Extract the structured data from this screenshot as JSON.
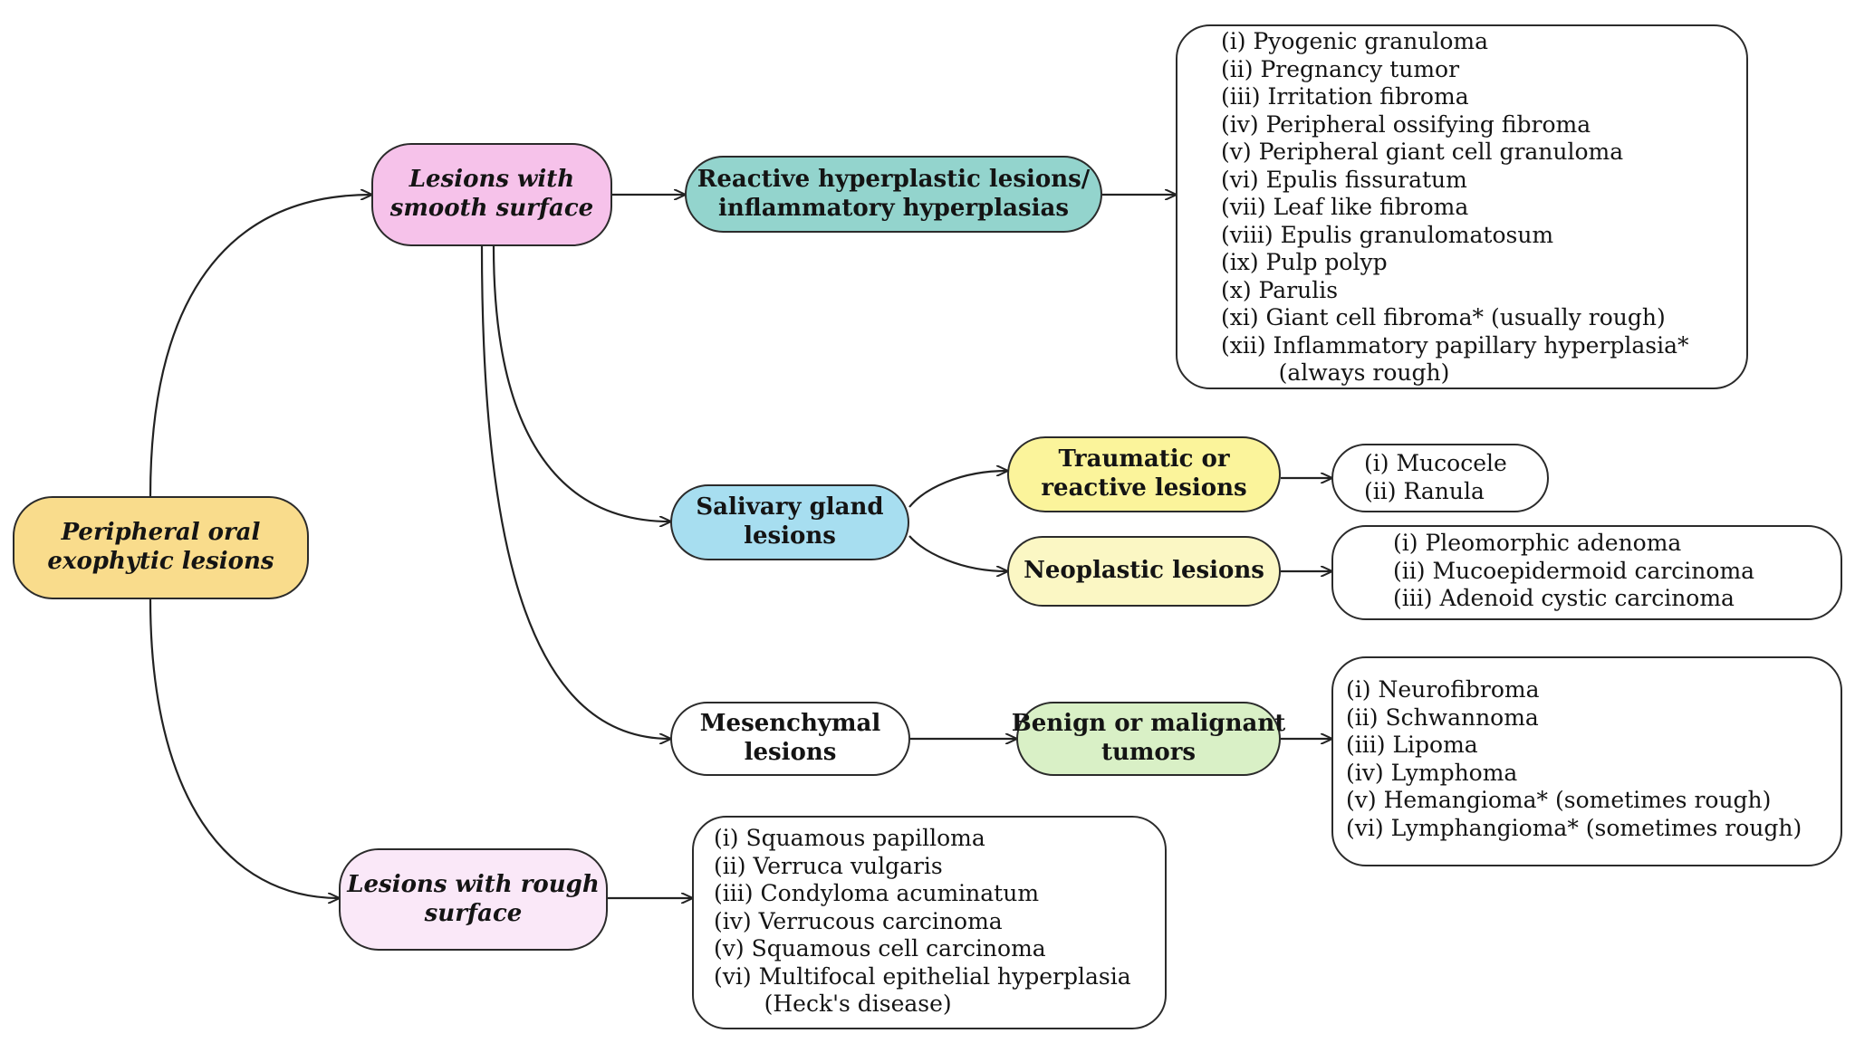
{
  "colors": {
    "root": "#f9dc8c",
    "smooth": "#f6c2ea",
    "reactive": "#93d4cd",
    "salivary": "#a7def0",
    "traumatic": "#fbf49b",
    "neoplastic": "#fbf7c4",
    "mesenchymal": "#ffffff",
    "benign": "#d9f0c6",
    "rough": "#fae8f8"
  },
  "nodes": {
    "root": "Peripheral oral\nexophytic lesions",
    "smooth": "Lesions with\nsmooth surface",
    "rough": "Lesions with rough\nsurface",
    "reactive": "Reactive hyperplastic lesions/\ninflammatory hyperplasias",
    "salivary": "Salivary gland\nlesions",
    "mesenchymal": "Mesenchymal\nlesions",
    "traumatic": "Traumatic or\nreactive lesions",
    "neoplastic": "Neoplastic lesions",
    "benign": "Benign or malignant\ntumors"
  },
  "lists": {
    "reactive_list": [
      "(i) Pyogenic granuloma",
      "(ii) Pregnancy tumor",
      "(iii) Irritation fibroma",
      "(iv) Peripheral ossifying fibroma",
      "(v) Peripheral giant cell granuloma",
      "(vi) Epulis fissuratum",
      "(vii) Leaf like fibroma",
      "(viii) Epulis granulomatosum",
      "(ix) Pulp polyp",
      "(x) Parulis",
      "(xi) Giant cell fibroma* (usually rough)",
      "(xii) Inflammatory papillary hyperplasia*",
      "        (always rough)"
    ],
    "traumatic_list": [
      "(i) Mucocele",
      "(ii) Ranula"
    ],
    "neoplastic_list": [
      "(i) Pleomorphic adenoma",
      "(ii) Mucoepidermoid carcinoma",
      "(iii) Adenoid cystic carcinoma"
    ],
    "tumor_list": [
      "(i) Neurofibroma",
      "(ii) Schwannoma",
      "(iii) Lipoma",
      "(iv) Lymphoma",
      "(v) Hemangioma* (sometimes rough)",
      "(vi) Lymphangioma* (sometimes rough)"
    ],
    "rough_list": [
      "(i) Squamous papilloma",
      "(ii) Verruca vulgaris",
      "(iii) Condyloma acuminatum",
      "(iv) Verrucous carcinoma",
      "(v) Squamous cell carcinoma",
      "(vi) Multifocal epithelial hyperplasia",
      "       (Heck's disease)"
    ]
  }
}
